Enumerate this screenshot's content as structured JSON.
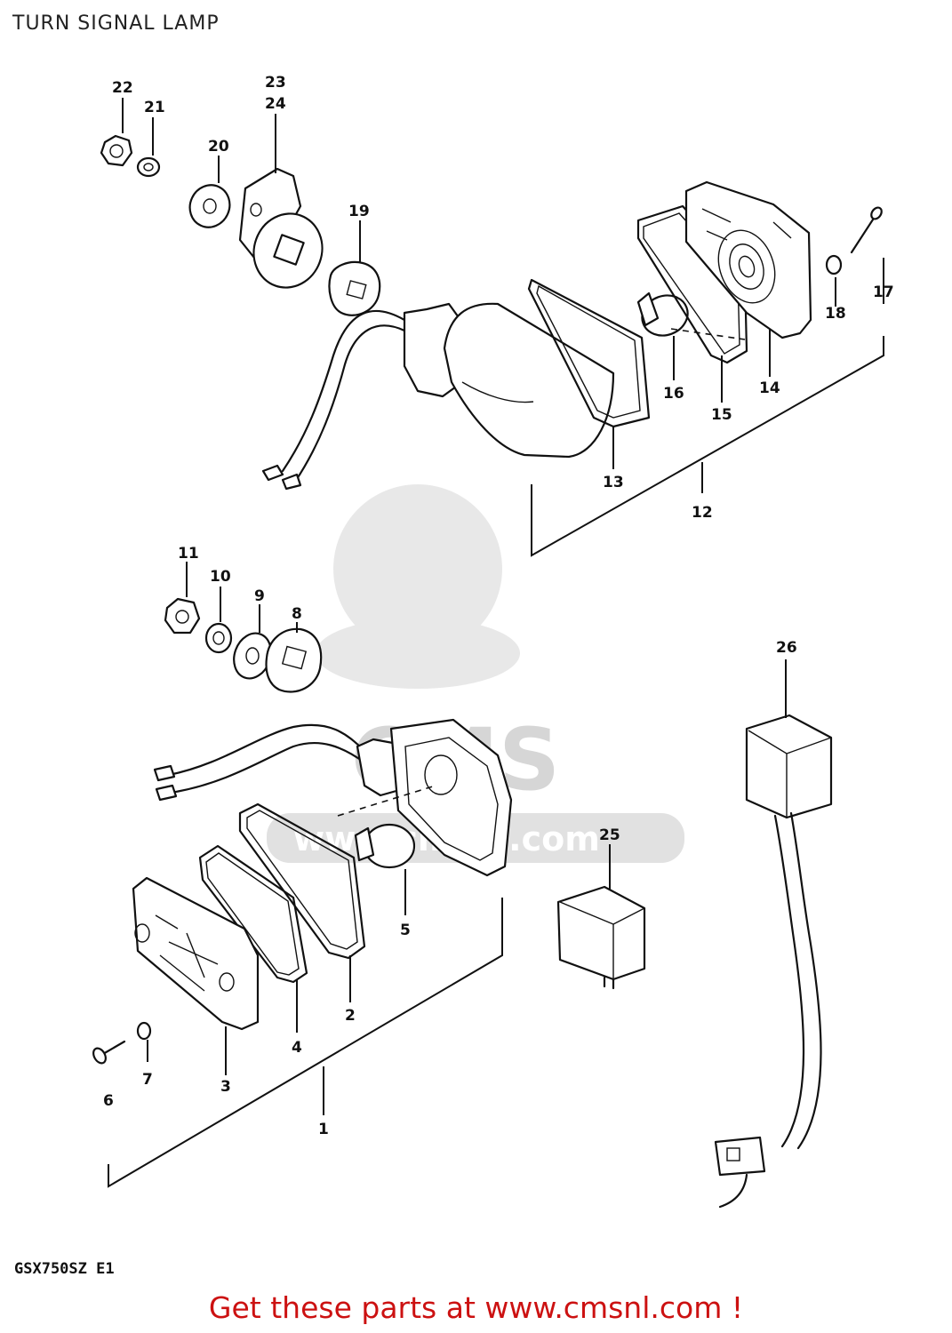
{
  "title": "TURN SIGNAL LAMP",
  "model_code": "GSX750SZ E1",
  "promo": "Get these parts at www.cmsnl.com !",
  "watermark": {
    "logo_text": "CMS",
    "url_text": "www.cmsnl.com",
    "color": "#d6d6d6"
  },
  "callouts": {
    "c1": "1",
    "c2": "2",
    "c3": "3",
    "c4": "4",
    "c5": "5",
    "c6": "6",
    "c7": "7",
    "c8": "8",
    "c9": "9",
    "c10": "10",
    "c11": "11",
    "c12": "12",
    "c13": "13",
    "c14": "14",
    "c15": "15",
    "c16": "16",
    "c17": "17",
    "c18": "18",
    "c19": "19",
    "c20": "20",
    "c21": "21",
    "c22": "22",
    "c23": "23",
    "c24": "24",
    "c25": "25",
    "c26": "26"
  },
  "colors": {
    "line": "#111111",
    "promo": "#cc1111",
    "watermark": "#d6d6d6"
  }
}
